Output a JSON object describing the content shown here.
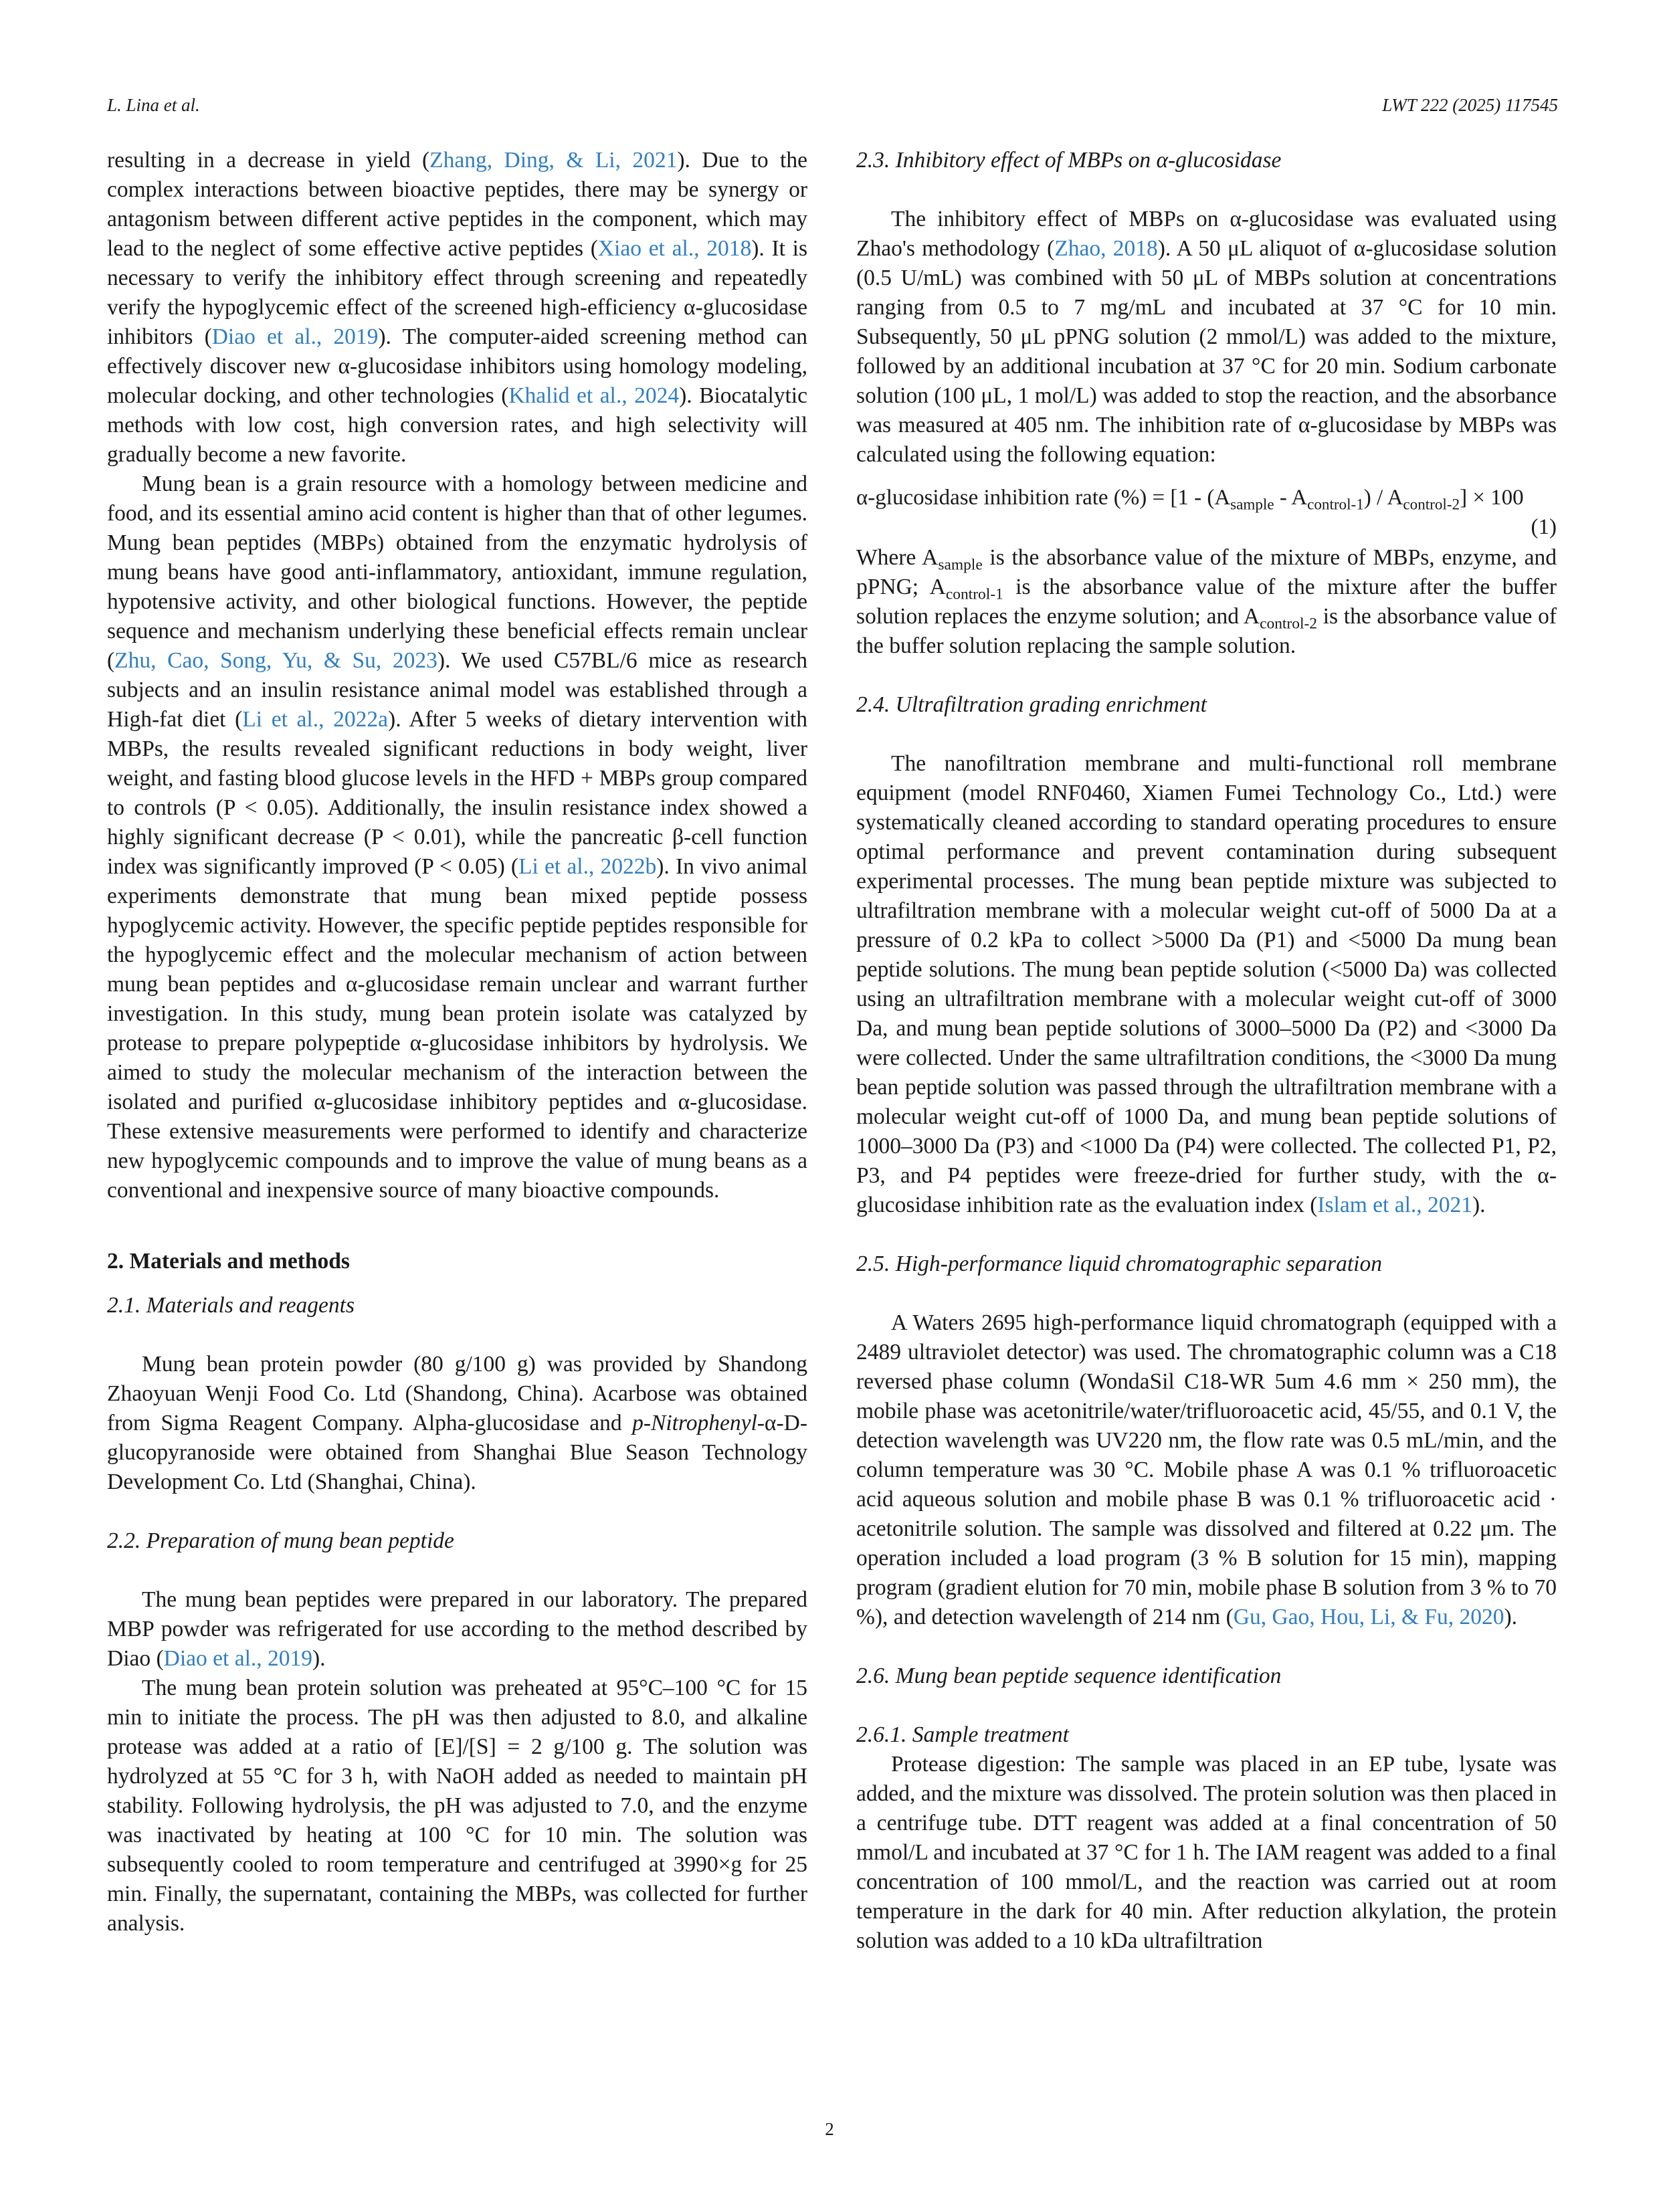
{
  "header": {
    "left": "L. Lina et al.",
    "right": "LWT 222 (2025) 117545"
  },
  "left": {
    "p0": [
      {
        "t": "resulting in a decrease in yield ("
      },
      {
        "c": "Zhang, Ding, & Li, 2021"
      },
      {
        "t": "). Due to the complex interactions between bioactive peptides, there may be synergy or antagonism between different active peptides in the component, which may lead to the neglect of some effective active peptides ("
      },
      {
        "c": "Xiao et al., 2018"
      },
      {
        "t": "). It is necessary to verify the inhibitory effect through screening and repeatedly verify the hypoglycemic effect of the screened high-efficiency α-glucosidase inhibitors ("
      },
      {
        "c": "Diao et al., 2019"
      },
      {
        "t": "). The computer-aided screening method can effectively discover new α-glucosidase inhibitors using homology modeling, molecular docking, and other technologies ("
      },
      {
        "c": "Khalid et al., 2024"
      },
      {
        "t": "). Biocatalytic methods with low cost, high conversion rates, and high selectivity will gradually become a new favorite."
      }
    ],
    "p1": [
      {
        "t": "Mung bean is a grain resource with a homology between medicine and food, and its essential amino acid content is higher than that of other legumes. Mung bean peptides (MBPs) obtained from the enzymatic hydrolysis of mung beans have good anti-inflammatory, antioxidant, immune regulation, hypotensive activity, and other biological functions. However, the peptide sequence and mechanism underlying these beneficial effects remain unclear ("
      },
      {
        "c": "Zhu, Cao, Song, Yu, & Su, 2023"
      },
      {
        "t": "). We used C57BL/6 mice as research subjects and an insulin resistance animal model was established through a High-fat diet ("
      },
      {
        "c": "Li et al., 2022a"
      },
      {
        "t": "). After 5 weeks of dietary intervention with MBPs, the results revealed significant reductions in body weight, liver weight, and fasting blood glucose levels in the HFD + MBPs group compared to controls (P < 0.05). Additionally, the insulin resistance index showed a highly significant decrease (P < 0.01), while the pancreatic β-cell function index was significantly improved (P < 0.05) ("
      },
      {
        "c": "Li et al., 2022b"
      },
      {
        "t": "). In vivo animal experiments demonstrate that mung bean mixed peptide possess hypoglycemic activity. However, the specific peptide peptides responsible for the hypoglycemic effect and the molecular mechanism of action between mung bean peptides and α-glucosidase remain unclear and warrant further investigation. In this study, mung bean protein isolate was catalyzed by protease to prepare polypeptide α-glucosidase inhibitors by hydrolysis. We aimed to study the molecular mechanism of the interaction between the isolated and purified α-glucosidase inhibitory peptides and α-glucosidase. These extensive measurements were performed to identify and characterize new hypoglycemic compounds and to improve the value of mung beans as a conventional and inexpensive source of many bioactive compounds."
      }
    ],
    "h_2": "2. Materials and methods",
    "h_2_1": "2.1. Materials and reagents",
    "p2": [
      {
        "t": "Mung bean protein powder (80 g/100 g) was provided by Shandong Zhaoyuan Wenji Food Co. Ltd (Shandong, China). Acarbose was obtained from Sigma Reagent Company. Alpha-glucosidase and "
      },
      {
        "i": "p-Nitrophenyl"
      },
      {
        "t": "-α-D-glucopyranoside were obtained from Shanghai Blue Season Technology Development Co. Ltd (Shanghai, China)."
      }
    ],
    "h_2_2": "2.2. Preparation of mung bean peptide",
    "p3": [
      {
        "t": "The mung bean peptides were prepared in our laboratory. The prepared MBP powder was refrigerated for use according to the method described by Diao ("
      },
      {
        "c": "Diao et al., 2019"
      },
      {
        "t": ")."
      }
    ],
    "p4": [
      {
        "t": "The mung bean protein solution was preheated at 95°C–100 °C for 15 min to initiate the process. The pH was then adjusted to 8.0, and alkaline protease was added at a ratio of [E]/[S] = 2 g/100 g. The solution was hydrolyzed at 55 °C for 3 h, with NaOH added as needed to maintain pH stability. Following hydrolysis, the pH was adjusted to 7.0, and the enzyme was inactivated by heating at 100 °C for 10 min. The solution was subsequently cooled to room temperature and centrifuged at 3990×g for 25 min. Finally, the supernatant, containing the MBPs, was collected for further analysis."
      }
    ]
  },
  "right": {
    "h_2_3": "2.3. Inhibitory effect of MBPs on α-glucosidase",
    "p5": [
      {
        "t": "The inhibitory effect of MBPs on α-glucosidase was evaluated using Zhao's methodology ("
      },
      {
        "c": "Zhao, 2018"
      },
      {
        "t": "). A 50 μL aliquot of α-glucosidase solution (0.5 U/mL) was combined with 50 μL of MBPs solution at concentrations ranging from 0.5 to 7 mg/mL and incubated at 37 °C for 10 min. Subsequently, 50 μL pPNG solution (2 mmol/L) was added to the mixture, followed by an additional incubation at 37 °C for 20 min. Sodium carbonate solution (100 μL, 1 mol/L) was added to stop the reaction, and the absorbance was measured at 405 nm. The inhibition rate of α-glucosidase by MBPs was calculated using the following equation:"
      }
    ],
    "equation": [
      {
        "t": "α-glucosidase inhibition rate (%) = [1 - (A"
      },
      {
        "s": "sample"
      },
      {
        "t": " - A"
      },
      {
        "s": "control-1"
      },
      {
        "t": ") / A"
      },
      {
        "s": "control-2"
      },
      {
        "t": "] × 100"
      }
    ],
    "equation_number": "(1)",
    "p6": [
      {
        "t": "Where A"
      },
      {
        "s": "sample"
      },
      {
        "t": " is the absorbance value of the mixture of MBPs, enzyme, and pPNG; A"
      },
      {
        "s": "control-1"
      },
      {
        "t": " is the absorbance value of the mixture after the buffer solution replaces the enzyme solution; and A"
      },
      {
        "s": "control-2"
      },
      {
        "t": " is the absorbance value of the buffer solution replacing the sample solution."
      }
    ],
    "h_2_4": "2.4. Ultrafiltration grading enrichment",
    "p7": [
      {
        "t": "The nanofiltration membrane and multi-functional roll membrane equipment (model RNF0460, Xiamen Fumei Technology Co., Ltd.) were systematically cleaned according to standard operating procedures to ensure optimal performance and prevent contamination during subsequent experimental processes. The mung bean peptide mixture was subjected to ultrafiltration membrane with a molecular weight cut-off of 5000 Da at a pressure of 0.2 kPa to collect >5000 Da (P1) and <5000 Da mung bean peptide solutions. The mung bean peptide solution (<5000 Da) was collected using an ultrafiltration membrane with a molecular weight cut-off of 3000 Da, and mung bean peptide solutions of 3000–5000 Da (P2) and <3000 Da were collected. Under the same ultrafiltration conditions, the <3000 Da mung bean peptide solution was passed through the ultrafiltration membrane with a molecular weight cut-off of 1000 Da, and mung bean peptide solutions of 1000–3000 Da (P3) and <1000 Da (P4) were collected. The collected P1, P2, P3, and P4 peptides were freeze-dried for further study, with the α-glucosidase inhibition rate as the evaluation index ("
      },
      {
        "c": "Islam et al., 2021"
      },
      {
        "t": ")."
      }
    ],
    "h_2_5": "2.5. High-performance liquid chromatographic separation",
    "p8": [
      {
        "t": "A Waters 2695 high-performance liquid chromatograph (equipped with a 2489 ultraviolet detector) was used. The chromatographic column was a C18 reversed phase column (WondaSil C18-WR 5um 4.6 mm × 250 mm), the mobile phase was acetonitrile/water/trifluoroacetic acid, 45/55, and 0.1 V, the detection wavelength was UV220 nm, the flow rate was 0.5 mL/min, and the column temperature was 30 °C. Mobile phase A was 0.1 % trifluoroacetic acid aqueous solution and mobile phase B was 0.1 % trifluoroacetic acid · acetonitrile solution. The sample was dissolved and filtered at 0.22 μm. The operation included a load program (3 % B solution for 15 min), mapping program (gradient elution for 70 min, mobile phase B solution from 3 % to 70 %), and detection wavelength of 214 nm ("
      },
      {
        "c": "Gu, Gao, Hou, Li, & Fu, 2020"
      },
      {
        "t": ")."
      }
    ],
    "h_2_6": "2.6. Mung bean peptide sequence identification",
    "h_2_6_1": "2.6.1. Sample treatment",
    "p9": [
      {
        "t": "Protease digestion: The sample was placed in an EP tube, lysate was added, and the mixture was dissolved. The protein solution was then placed in a centrifuge tube. DTT reagent was added at a final concentration of 50 mmol/L and incubated at 37 °C for 1 h. The IAM reagent was added to a final concentration of 100 mmol/L, and the reaction was carried out at room temperature in the dark for 40 min. After reduction alkylation, the protein solution was added to a 10 kDa ultrafiltration"
      }
    ]
  },
  "page_number": "2"
}
